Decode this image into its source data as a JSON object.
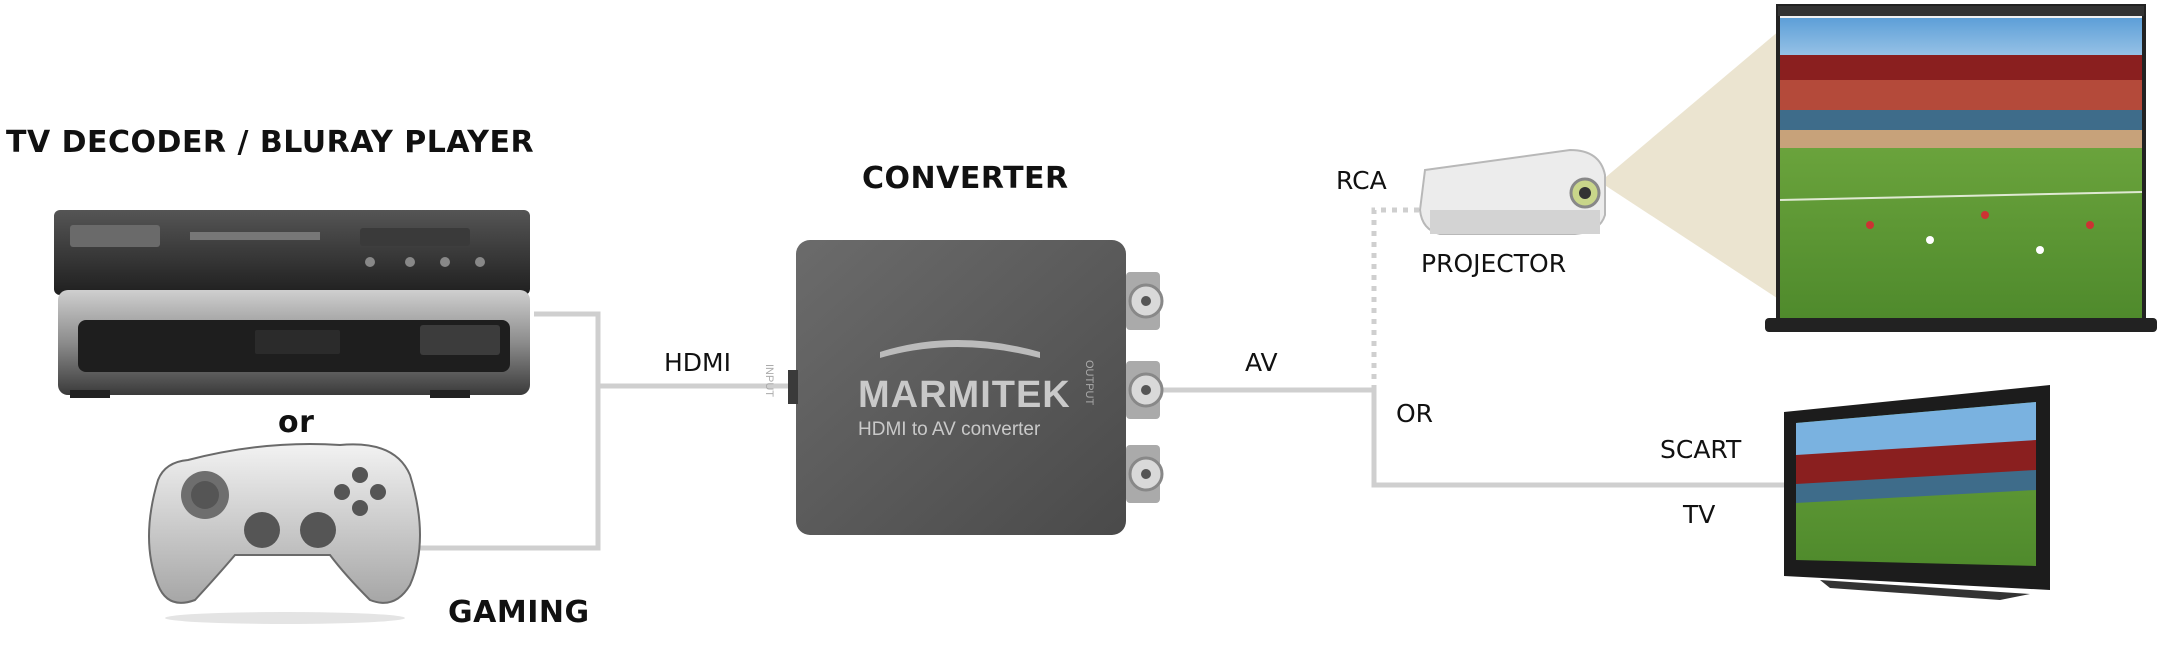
{
  "labels": {
    "source": "TV DECODER / BLURAY PLAYER",
    "or_source": "or",
    "gaming": "GAMING",
    "converter": "CONVERTER",
    "hdmi": "HDMI",
    "av": "AV",
    "rca": "RCA",
    "projector": "PROJECTOR",
    "or_output": "OR",
    "scart": "SCART",
    "tv": "TV"
  },
  "converter_device": {
    "brand": "MARMITEK",
    "subtitle": "HDMI to AV converter",
    "input_port_text": "INPUT",
    "output_port_text": "OUTPUT"
  },
  "colors": {
    "cable": "#cfcfcf",
    "device_body": "#5a5a5a",
    "player_body": "#2e2e2e",
    "projector_body": "#e8e8e8",
    "projection_beam": "#e7dfc8",
    "pitch_green": "#5d9a35",
    "sky_blue": "#7ab2e0",
    "tv_bezel": "#1c1c1c"
  }
}
